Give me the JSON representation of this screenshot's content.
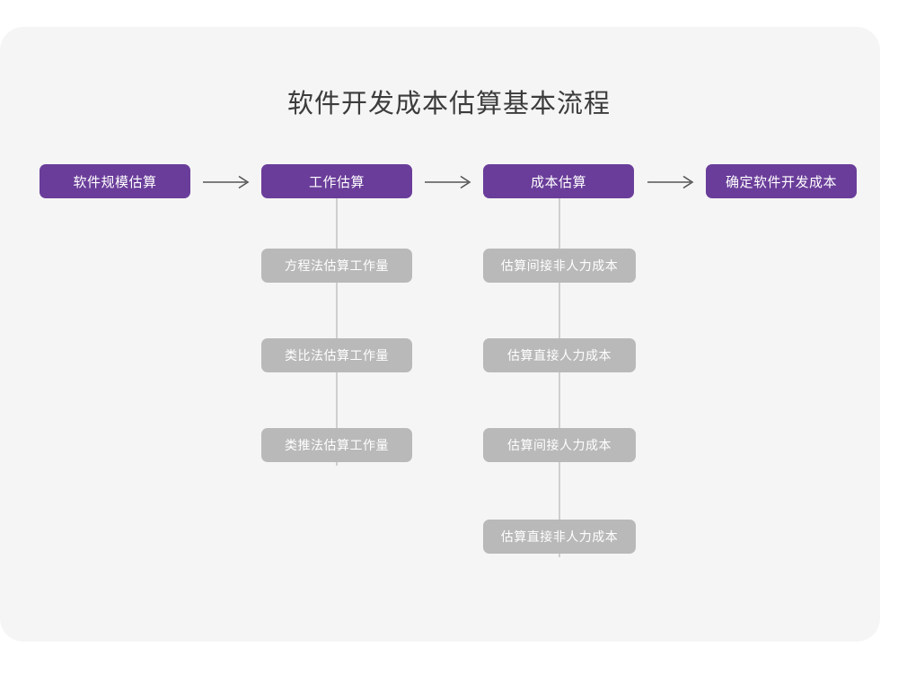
{
  "diagram": {
    "title": "软件开发成本估算基本流程",
    "colors": {
      "panel_background": "#f5f5f5",
      "page_background": "#ffffff",
      "primary_node": "#6a3d9a",
      "secondary_node": "#b9b9b9",
      "connector": "#cfcfcf",
      "title_text": "#3c3c3c",
      "node_text": "#ffffff"
    },
    "main_flow": [
      {
        "id": "scale",
        "label": "软件规模估算"
      },
      {
        "id": "effort",
        "label": "工作估算"
      },
      {
        "id": "cost",
        "label": "成本估算"
      },
      {
        "id": "final",
        "label": "确定软件开发成本"
      }
    ],
    "arrows": [
      {
        "id": "arrow-1",
        "from": "软件规模估算",
        "to": "工作估算",
        "glyph": "arrow-right-icon"
      },
      {
        "id": "arrow-2",
        "from": "工作估算",
        "to": "成本估算",
        "glyph": "arrow-right-icon"
      },
      {
        "id": "arrow-3",
        "from": "成本估算",
        "to": "确定软件开发成本",
        "glyph": "arrow-right-icon"
      }
    ],
    "branches": [
      {
        "parent": "工作估算",
        "items": [
          {
            "label": "方程法估算工作量"
          },
          {
            "label": "类比法估算工作量"
          },
          {
            "label": "类推法估算工作量"
          }
        ]
      },
      {
        "parent": "成本估算",
        "items": [
          {
            "label": "估算间接非人力成本"
          },
          {
            "label": "估算直接人力成本"
          },
          {
            "label": "估算间接人力成本"
          },
          {
            "label": "估算直接非人力成本"
          }
        ]
      }
    ]
  }
}
